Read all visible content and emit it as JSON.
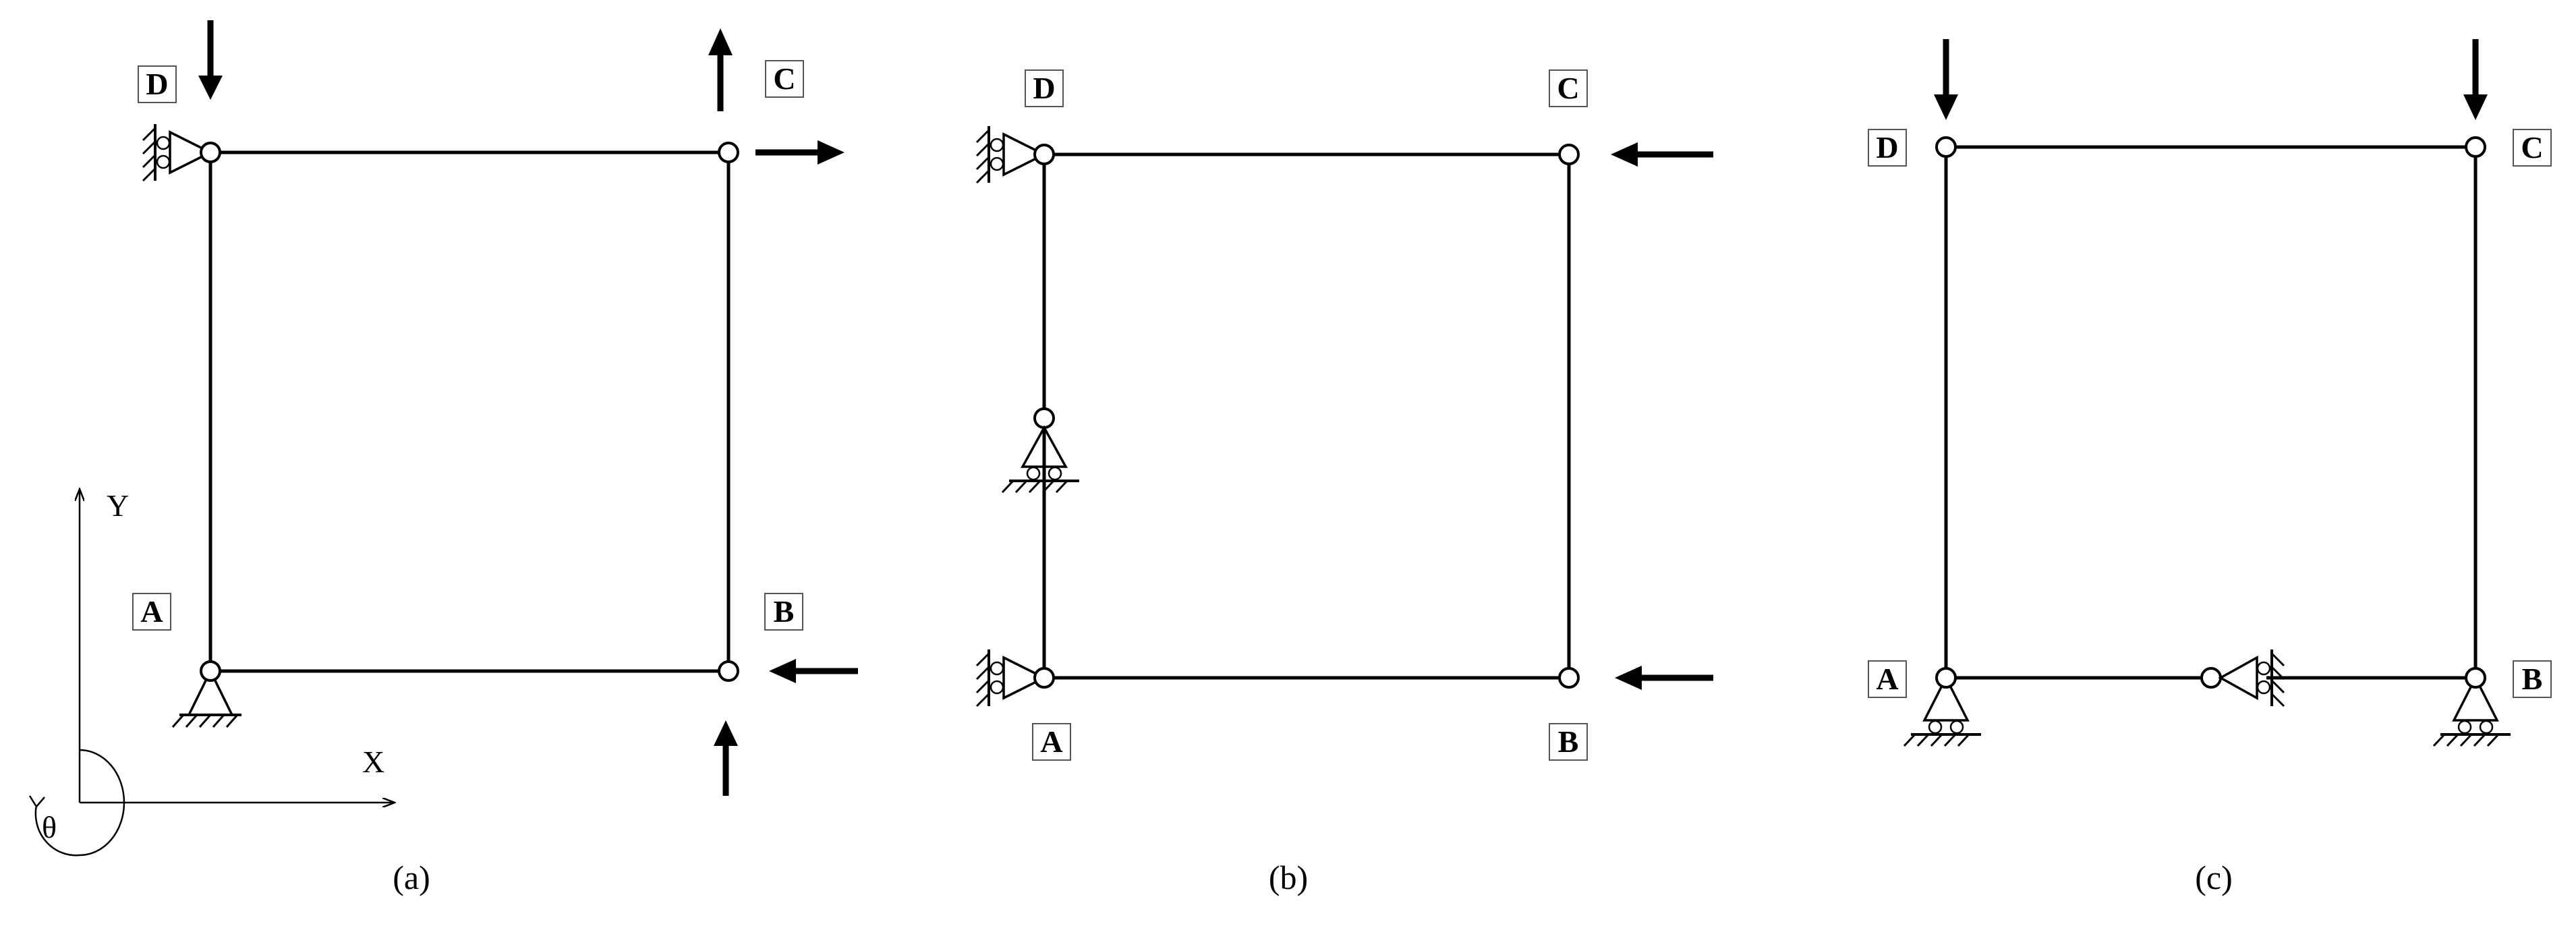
{
  "panels": [
    {
      "caption": "(a)",
      "nodes": {
        "A": "A",
        "B": "B",
        "C": "C",
        "D": "D"
      }
    },
    {
      "caption": "(b)",
      "nodes": {
        "A": "A",
        "B": "B",
        "C": "C",
        "D": "D"
      }
    },
    {
      "caption": "(c)",
      "nodes": {
        "A": "A",
        "B": "B",
        "C": "C",
        "D": "D"
      }
    }
  ],
  "axes": {
    "x": "X",
    "y": "Y",
    "theta": "θ"
  }
}
